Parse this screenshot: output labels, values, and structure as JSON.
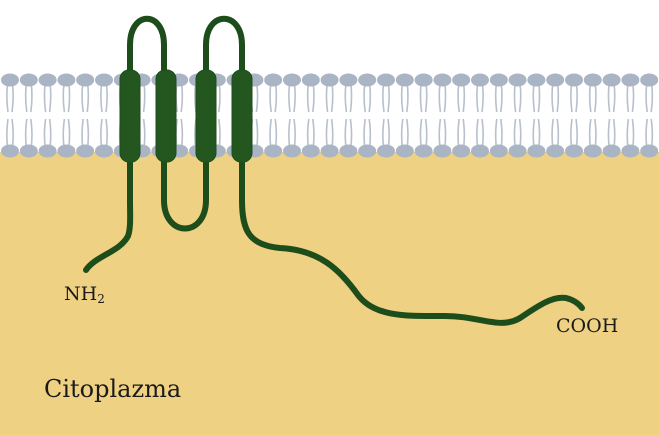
{
  "diagram": {
    "n_terminus_label": "NH",
    "n_terminus_subscript": "2",
    "c_terminus_label": "COOH",
    "compartment_label": "Citoplazma",
    "transmembrane_segments": 4,
    "colors": {
      "cytoplasm": "#efd184",
      "membrane_head": "#a9b4c4",
      "membrane_tail": "#b7c0cc",
      "protein": "#1e4d1c",
      "helix": "#23571f",
      "background": "#ffffff"
    }
  }
}
